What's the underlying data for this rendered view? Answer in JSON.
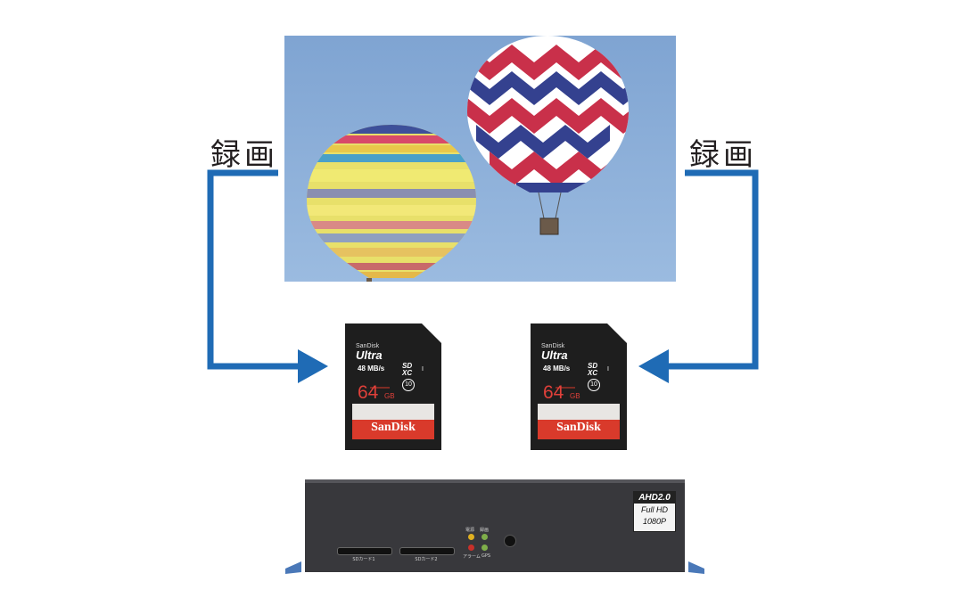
{
  "labels": {
    "record_left": "録画",
    "record_right": "録画"
  },
  "sd_card": {
    "brand_small": "SanDisk",
    "series": "Ultra",
    "speed": "48 MB/s",
    "sdxc": "SD XC",
    "class": "10",
    "uhs": "I",
    "capacity": "64",
    "capacity_unit": "GB",
    "brand_logo": "SanDisk"
  },
  "device": {
    "badge_line1": "AHD2.0",
    "badge_line2": "Full HD",
    "badge_line3": "1080P",
    "slot1_label": "SDカード1",
    "slot2_label": "SDカード2",
    "led_power_label": "電源",
    "led_record_label": "録画",
    "led_alarm_label": "アラーム",
    "led_gps_label": "GPS"
  },
  "colors": {
    "arrow": "#1f6bb5",
    "sky": "#8fb1d8",
    "card_red": "#d93a2b",
    "device_body": "#3a3a3e"
  }
}
